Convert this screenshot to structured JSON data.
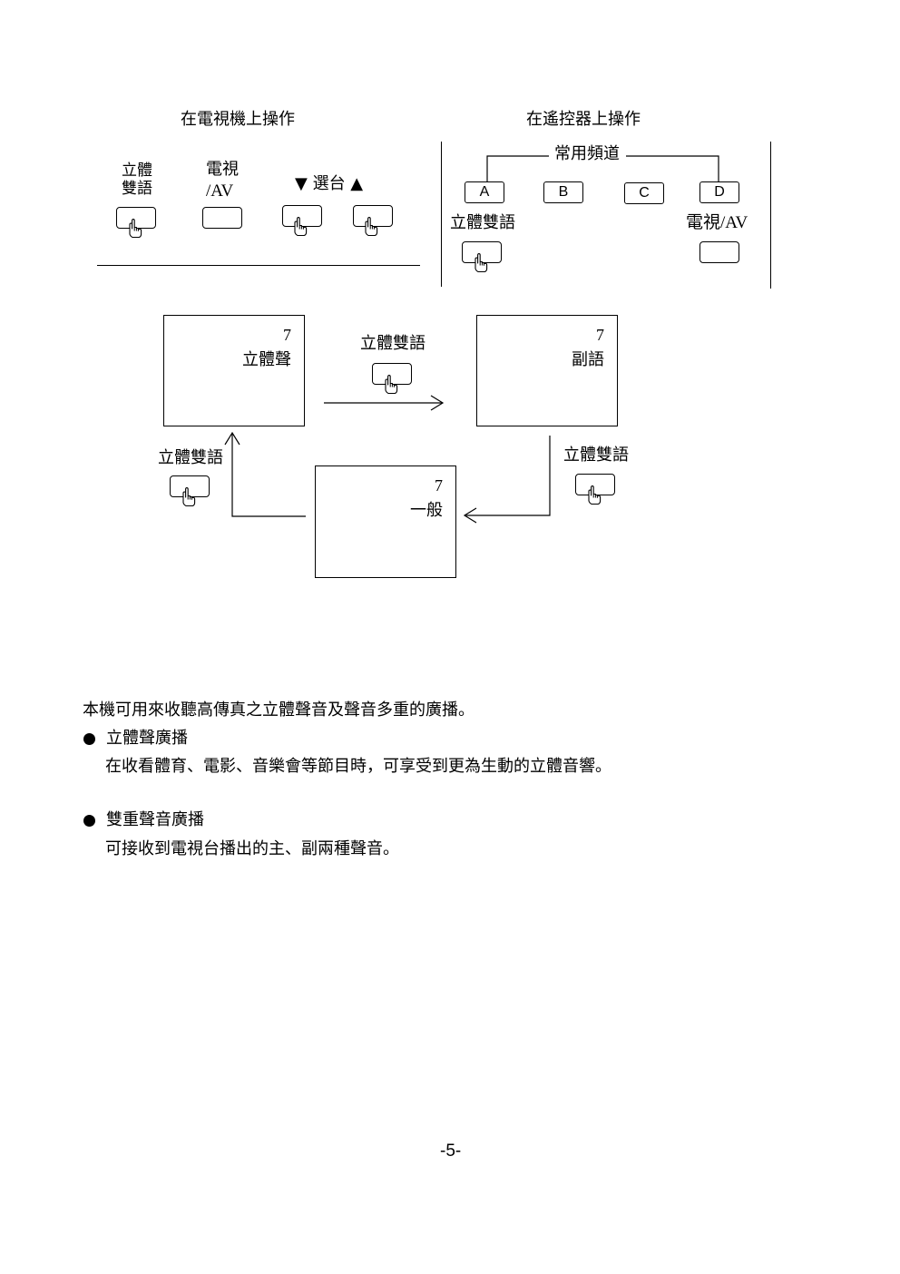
{
  "tv_panel": {
    "header": "在電視機上操作",
    "stereo_label_line1": "立體",
    "stereo_label_line2": "雙語",
    "tvav_label_line1": "電視",
    "tvav_label_line2": "/AV",
    "channel_label": "▼ 選台 ▲"
  },
  "remote_panel": {
    "header": "在遙控器上操作",
    "common_channels": "常用頻道",
    "keys": [
      "A",
      "B",
      "C",
      "D"
    ],
    "stereo_label": "立體雙語",
    "tvav_label": "電視/AV"
  },
  "flow": {
    "screen_stereo": {
      "channel": "7",
      "mode": "立體聲"
    },
    "screen_sub": {
      "channel": "7",
      "mode": "副語"
    },
    "screen_normal": {
      "channel": "7",
      "mode": "一般"
    },
    "button_label": "立體雙語"
  },
  "body": {
    "intro": "本機可用來收聽高傳真之立體聲音及聲音多重的廣播。",
    "section1_title": "立體聲廣播",
    "section1_text": "在收看體育、電影、音樂會等節目時，可享受到更為生動的立體音響。",
    "section2_title": "雙重聲音廣播",
    "section2_text": "可接收到電視台播出的主、副兩種聲音。"
  },
  "page_number": "-5-"
}
